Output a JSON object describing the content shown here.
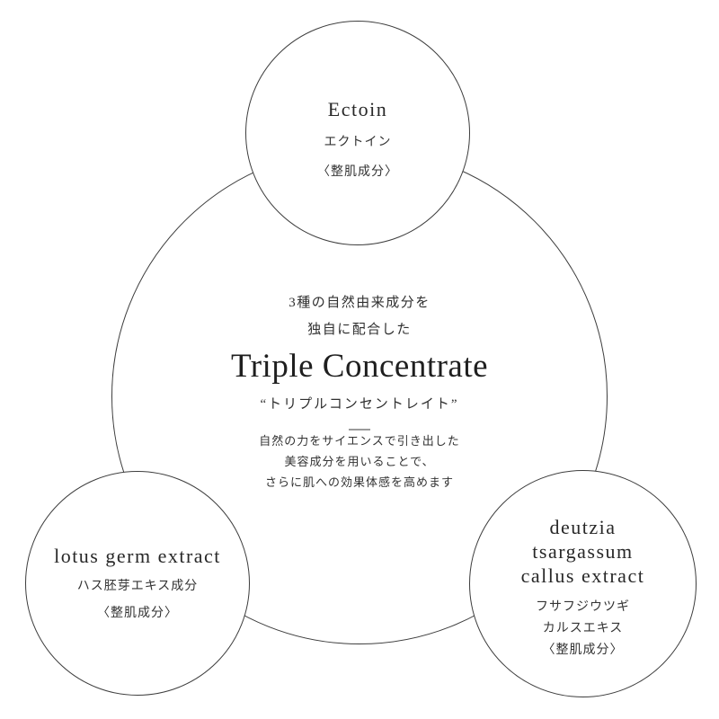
{
  "diagram": {
    "center": {
      "intro_lines": [
        "3種の自然由来成分を",
        "独自に配合した"
      ],
      "title": "Triple Concentrate",
      "subtitle": "“トリプルコンセントレイト”",
      "description_lines": [
        "自然の力をサイエンスで引き出した",
        "美容成分を用いることで、",
        "さらに肌への効果体感を高めます"
      ]
    },
    "ingredients": {
      "top": {
        "name": "Ectoin",
        "jp_name": "エクトイン",
        "category": "〈整肌成分〉"
      },
      "bottom_left": {
        "name": "lotus germ extract",
        "jp_name": "ハス胚芽エキス成分",
        "category": "〈整肌成分〉"
      },
      "bottom_right": {
        "name_lines": [
          "deutzia",
          "tsargassum",
          "callus extract"
        ],
        "jp_name_lines": [
          "フサフジウツギ",
          "カルスエキス"
        ],
        "category": "〈整肌成分〉"
      }
    },
    "colors": {
      "background": "#ffffff",
      "stroke": "#3d3d3d",
      "text": "#2e2e2e",
      "divider": "#9a9a9a"
    }
  }
}
